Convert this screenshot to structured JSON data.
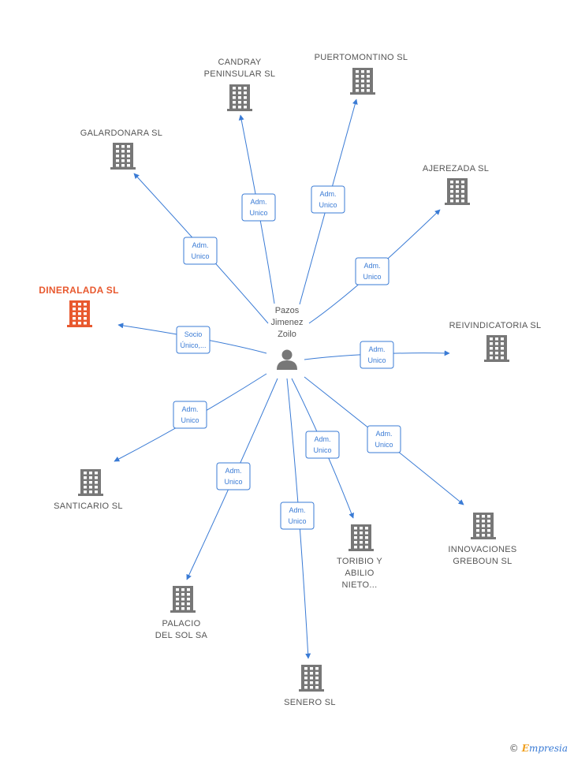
{
  "colors": {
    "edge": "#3a7bd5",
    "building": "#777777",
    "main_building": "#e8592f",
    "text": "#555555"
  },
  "person": {
    "name_lines": [
      "Pazos",
      "Jimenez",
      "Zoilo"
    ],
    "icon": "person-icon"
  },
  "companies": [
    {
      "id": "candray",
      "lines": [
        "CANDRAY",
        "PENINSULAR SL"
      ],
      "role": [
        "Adm.",
        "Unico"
      ],
      "highlight": false
    },
    {
      "id": "puertomontino",
      "lines": [
        "PUERTOMONTINO SL"
      ],
      "role": [
        "Adm.",
        "Unico"
      ],
      "highlight": false
    },
    {
      "id": "galardonara",
      "lines": [
        "GALARDONARA SL"
      ],
      "role": [
        "Adm.",
        "Unico"
      ],
      "highlight": false
    },
    {
      "id": "ajerezada",
      "lines": [
        "AJEREZADA SL"
      ],
      "role": [
        "Adm.",
        "Unico"
      ],
      "highlight": false
    },
    {
      "id": "dineralada",
      "lines": [
        "DINERALADA SL"
      ],
      "role": [
        "Socio",
        "Único,..."
      ],
      "highlight": true
    },
    {
      "id": "reivindicatoria",
      "lines": [
        "REIVINDICATORIA SL"
      ],
      "role": [
        "Adm.",
        "Unico"
      ],
      "highlight": false
    },
    {
      "id": "santicario",
      "lines": [
        "SANTICARIO SL"
      ],
      "role": [
        "Adm.",
        "Unico"
      ],
      "highlight": false
    },
    {
      "id": "innovaciones",
      "lines": [
        "INNOVACIONES",
        "GREBOUN SL"
      ],
      "role": [
        "Adm.",
        "Unico"
      ],
      "highlight": false
    },
    {
      "id": "toribio",
      "lines": [
        "TORIBIO Y",
        "ABILIO",
        "NIETO..."
      ],
      "role": [
        "Adm.",
        "Unico"
      ],
      "highlight": false
    },
    {
      "id": "palacio",
      "lines": [
        "PALACIO",
        "DEL SOL SA"
      ],
      "role": [
        "Adm.",
        "Unico"
      ],
      "highlight": false
    },
    {
      "id": "senero",
      "lines": [
        "SENERO SL"
      ],
      "role": [
        "Adm.",
        "Unico"
      ],
      "highlight": false
    }
  ],
  "brand": {
    "copyright": "©",
    "name_first": "E",
    "name_rest": "mpresia"
  }
}
